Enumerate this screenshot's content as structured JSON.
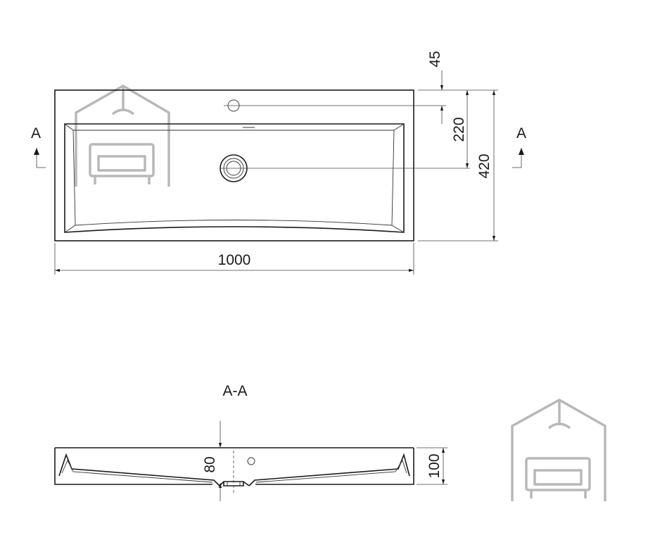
{
  "drawing": {
    "section_marker_left": "A",
    "section_marker_right": "A",
    "section_title": "A-A",
    "dimensions": {
      "overall_width": "1000",
      "overall_depth": "420",
      "tap_hole_offset": "45",
      "drain_offset": "220",
      "basin_depth": "80",
      "overall_height": "100"
    }
  },
  "watermark": {
    "icon": "house-sofa-logo",
    "color": "#b8b8b8"
  },
  "colors": {
    "line": "#1a1a1a",
    "background": "#ffffff"
  }
}
